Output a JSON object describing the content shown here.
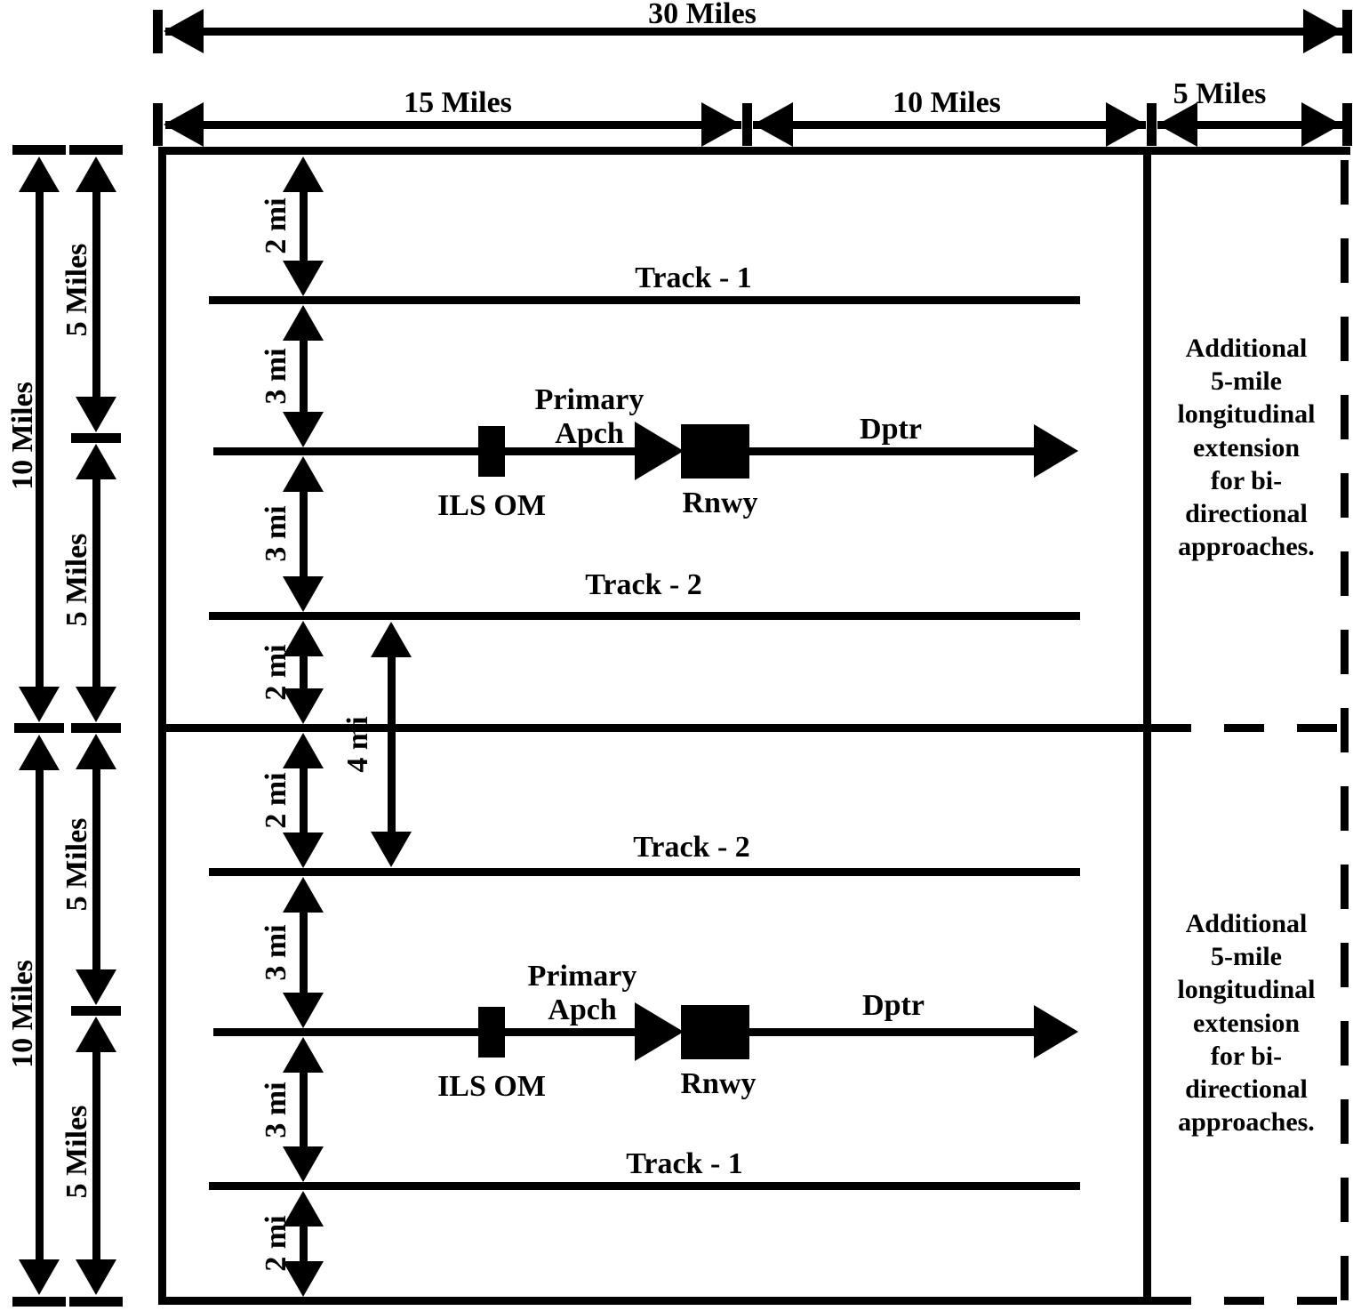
{
  "colors": {
    "ink": "#000000",
    "paper": "#ffffff"
  },
  "top_scale": {
    "total_label": "30 Miles",
    "segment_labels": [
      "15 Miles",
      "10 Miles",
      "5 Miles"
    ]
  },
  "left_scale": {
    "outer_labels": [
      "10 Miles",
      "10 Miles"
    ],
    "inner_labels": [
      "5 Miles",
      "5 Miles",
      "5 Miles",
      "5 Miles"
    ]
  },
  "lateral_measurements": {
    "upper": [
      "2 mi",
      "3 mi",
      "3 mi",
      "2 mi"
    ],
    "lower": [
      "2 mi",
      "3 mi",
      "3 mi",
      "2 mi"
    ],
    "track_separation": "4 mi"
  },
  "upper_half": {
    "track1_label": "Track - 1",
    "track2_label": "Track - 2",
    "approach": {
      "primary_line1": "Primary",
      "primary_line2": "Apch",
      "departure_label": "Dptr",
      "marker_label": "ILS OM",
      "runway_label": "Rnwy"
    }
  },
  "lower_half": {
    "track1_label": "Track - 1",
    "track2_label": "Track - 2",
    "approach": {
      "primary_line1": "Primary",
      "primary_line2": "Apch",
      "departure_label": "Dptr",
      "marker_label": "ILS OM",
      "runway_label": "Rnwy"
    }
  },
  "side_notes": {
    "upper_lines": [
      "Additional",
      "5-mile",
      "longitudinal",
      "extension",
      "for bi-",
      "directional",
      "approaches."
    ],
    "lower_lines": [
      "Additional",
      "5-mile",
      "longitudinal",
      "extension",
      "for bi-",
      "directional",
      "approaches."
    ]
  }
}
